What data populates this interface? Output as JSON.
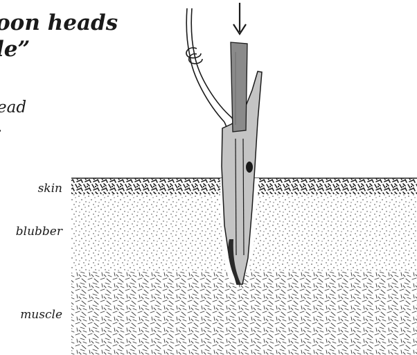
{
  "title_lines": "oon heads\nle”",
  "description_lines": "ead\n.",
  "layers": {
    "skin": "skin",
    "blubber": "blubber",
    "muscle": "muscle"
  },
  "colors": {
    "ink": "#1a1a1a",
    "shaft": "#8a8a8a",
    "toggle_head": "#c4c4c4",
    "barb_dark": "#2a2a2a"
  },
  "icons": {
    "arrow": "arrow-down-icon"
  }
}
